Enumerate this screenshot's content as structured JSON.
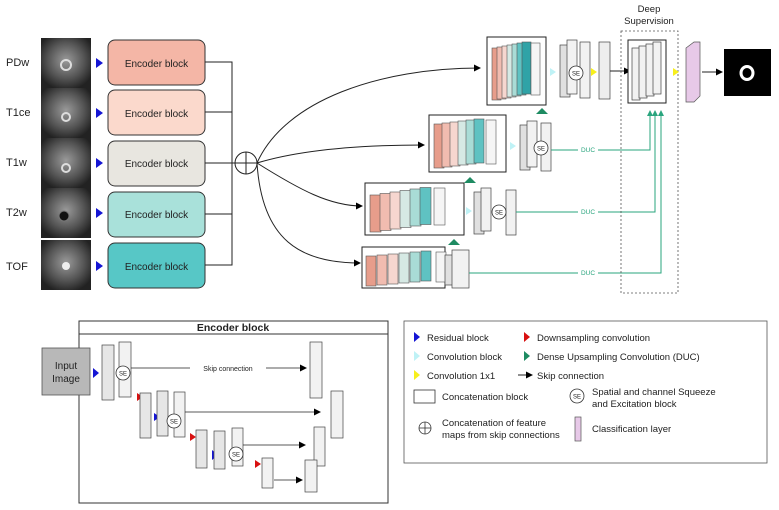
{
  "inputs": {
    "modalities": [
      "PDw",
      "T1ce",
      "T1w",
      "T2w",
      "TOF"
    ],
    "encoder_label": "Encoder block",
    "encoder_colors": [
      "#f4b6a6",
      "#fbd9cc",
      "#e8e6e0",
      "#a9e1da",
      "#57c7c6"
    ]
  },
  "main": {
    "se_label": "SE",
    "duc_label": "DUC",
    "deep_supervision": [
      "Deep",
      "Supervision"
    ],
    "stack_colors": [
      "#e79d8b",
      "#f1bcb0",
      "#f6d6cf",
      "#d6e9e4",
      "#a9dcd6",
      "#5fc2c2",
      "#2fa3a7"
    ]
  },
  "encoder_detail": {
    "title": "Encoder block",
    "input_label": [
      "Input",
      "Image"
    ],
    "skip_label": "Skip connection",
    "se_label": "SE"
  },
  "legend": {
    "residual": "Residual block",
    "downsampling": "Downsampling convolution",
    "convolution": "Convolution block",
    "duc": "Dense Upsampling Convolution (DUC)",
    "conv1x1": "Convolution 1x1",
    "skip": "Skip connection",
    "concat": "Concatenation block",
    "se": [
      "Spatial and channel Squeeze",
      "and Excitation block"
    ],
    "se_short": "SE",
    "concat_maps": [
      "Concatenation of feature",
      "maps from skip connections"
    ],
    "classification": "Classification layer"
  },
  "colors": {
    "blue": "#1515d4",
    "red": "#d81010",
    "cyan": "#bff2f6",
    "green": "#1e8b62",
    "yellow": "#f7ef1c",
    "duc_line": "#2aa57e",
    "classification": "#e7c9e8"
  }
}
